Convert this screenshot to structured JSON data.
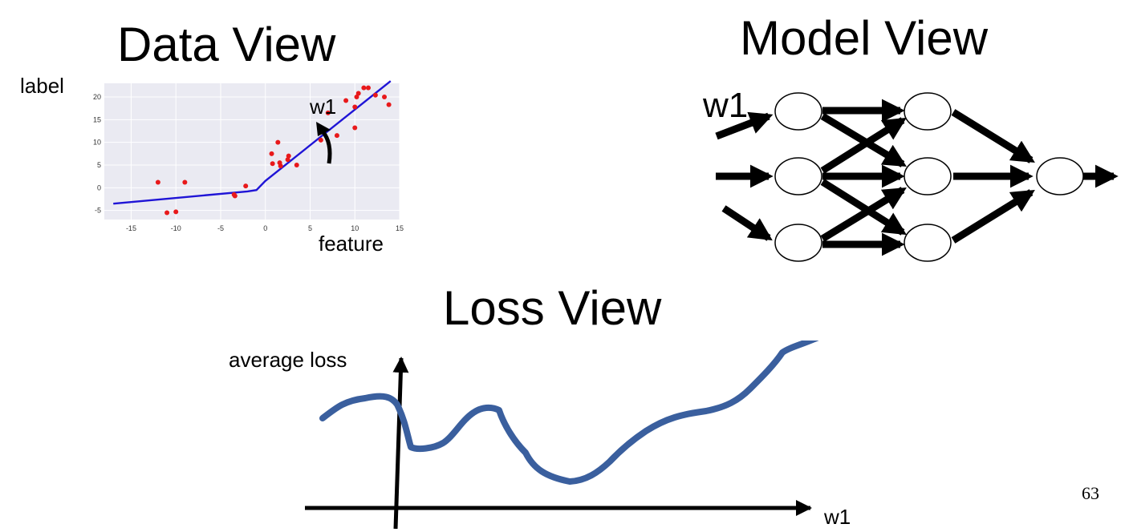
{
  "titles": {
    "data_view": "Data View",
    "model_view": "Model View",
    "loss_view": "Loss View"
  },
  "data_view": {
    "y_label": "label",
    "x_label": "feature",
    "w1_annotation": "w1"
  },
  "model_view": {
    "w1_annotation": "w1"
  },
  "loss_view": {
    "y_label": "average loss",
    "x_label": "w1"
  },
  "slide_number": "63",
  "colors": {
    "scatter_points": "#e8191b",
    "fit_line": "#1f14d6",
    "loss_curve": "#3a5f9e",
    "plot_background": "#eaeaf2"
  },
  "chart_data": {
    "type": "scatter",
    "xlim": [
      -18,
      15
    ],
    "ylim": [
      -7,
      23
    ],
    "x_ticks": [
      "-15",
      "-10",
      "-5",
      "0",
      "5",
      "10",
      "15"
    ],
    "y_ticks": [
      "-5",
      "0",
      "5",
      "10",
      "15",
      "20"
    ],
    "points": [
      [
        -12,
        1.2
      ],
      [
        -11,
        -5.5
      ],
      [
        -10,
        -5.3
      ],
      [
        -9,
        1.2
      ],
      [
        -3.5,
        -1.5
      ],
      [
        -3.4,
        -1.8
      ],
      [
        -2.2,
        0.4
      ],
      [
        0.7,
        7.5
      ],
      [
        0.8,
        5.3
      ],
      [
        1.4,
        10
      ],
      [
        1.6,
        5.5
      ],
      [
        1.7,
        4.8
      ],
      [
        2.5,
        6.2
      ],
      [
        2.6,
        7.0
      ],
      [
        3.5,
        5.0
      ],
      [
        6.2,
        10.5
      ],
      [
        7,
        16.5
      ],
      [
        8,
        11.5
      ],
      [
        9,
        19.2
      ],
      [
        10,
        13.2
      ],
      [
        10,
        17.8
      ],
      [
        10.2,
        20.0
      ],
      [
        10.4,
        20.8
      ],
      [
        11,
        22.0
      ],
      [
        11.5,
        22.0
      ],
      [
        12.3,
        20.4
      ],
      [
        13.3,
        20.0
      ],
      [
        13.8,
        18.3
      ]
    ],
    "fit_line": [
      [
        -17,
        -3.5
      ],
      [
        -2,
        -0.8
      ],
      [
        -1,
        -0.5
      ],
      [
        0,
        1.5
      ],
      [
        14,
        23.5
      ]
    ]
  }
}
